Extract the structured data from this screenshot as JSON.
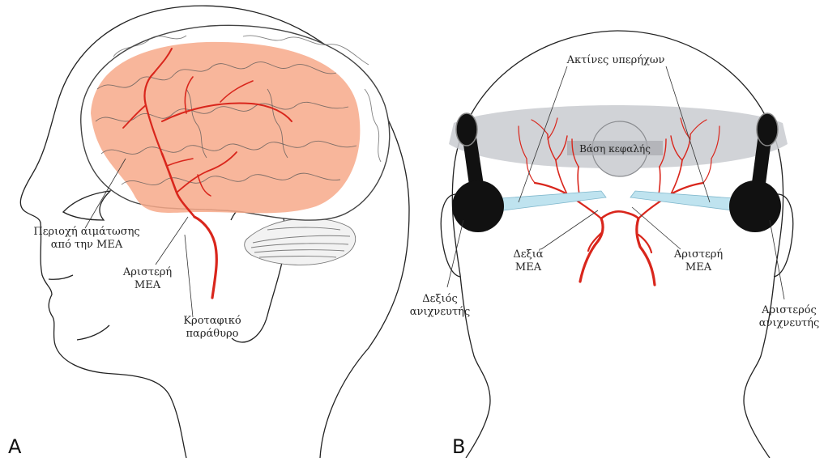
{
  "panel_a": {
    "letter": "A",
    "labels": {
      "perfusion_line1": "Περιοχή αιμάτωσης",
      "perfusion_line2": "από την ΜΕΑ",
      "left_mca_line1": "Αριστερή",
      "left_mca_line2": "ΜΕΑ",
      "window_line1": "Κροταφικό",
      "window_line2": "παράθυρο"
    }
  },
  "panel_b": {
    "letter": "B",
    "labels": {
      "ultrasound_beams": "Ακτίνες υπερήχων",
      "head_base": "Βάση κεφαλής",
      "right_mca_line1": "Δεξιά",
      "right_mca_line2": "ΜΕΑ",
      "left_mca_line1": "Αριστερή",
      "left_mca_line2": "ΜΕΑ",
      "right_probe_line1": "Δεξιός",
      "right_probe_line2": "ανιχνευτής",
      "left_probe_line1": "Αριστερός",
      "left_probe_line2": "ανιχνευτής"
    }
  },
  "colors": {
    "perfusion_area": "#f7a98a",
    "artery": "#d9261c",
    "headband": "#c9cbd0",
    "probe": "#111111",
    "beam": "#bfe3ef"
  }
}
